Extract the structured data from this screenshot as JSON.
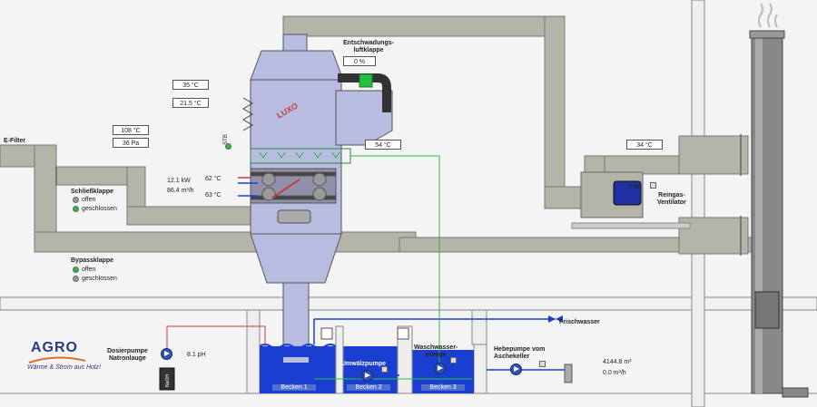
{
  "labels": {
    "e_filter": "E-Filter",
    "schliessklappe": "Schließklappe",
    "bypassklappe": "Bypassklappe",
    "entschwadung": "Entschwadungs-\nluftklappe",
    "reingas": "Reingas-\nVentilator",
    "dosierpumpe": "Dosierpumpe\nNatronlauge",
    "umwaelzpumpe": "Umwälzpumpe",
    "waschwasserpumpe": "Waschwasser-\npumpe",
    "hebepumpe": "Hebepumpe vom\nAschekeller",
    "frischwasser": "Frischwasser",
    "becken1": "Becken 1",
    "becken2": "Becken 2",
    "becken3": "Becken 3",
    "unit_logo": "LUXO",
    "naoh": "NaOH",
    "stb": "STB"
  },
  "status": {
    "offen": "offen",
    "geschlossen": "geschlossen"
  },
  "readings": {
    "temp_top": "35 °C",
    "temp_mid": "21.5 °C",
    "entschwadung_pct": "0 %",
    "temp_inlet": "108 °C",
    "pressure_inlet": "36 Pa",
    "temp_outlet": "54 °C",
    "temp_stack": "34 °C",
    "fan_pct": "0 %",
    "power": "12.1 kW",
    "flow_hx": "86.4 m³/h",
    "temp_hx_in": "62 °C",
    "temp_hx_out": "63 °C",
    "ph": "8.1 pH",
    "water_total": "4144.8 m³",
    "water_flow": "0.0 m³/h"
  },
  "brand": {
    "name": "AGRO",
    "tagline": "Wärme & Strom aus Holz!"
  },
  "colors": {
    "duct": "#b4b4a8",
    "unit": "#b8bce0",
    "water": "#1a3fd0",
    "green": "#22c040",
    "status_gray": "#999999",
    "flue_red": "#c04040"
  }
}
